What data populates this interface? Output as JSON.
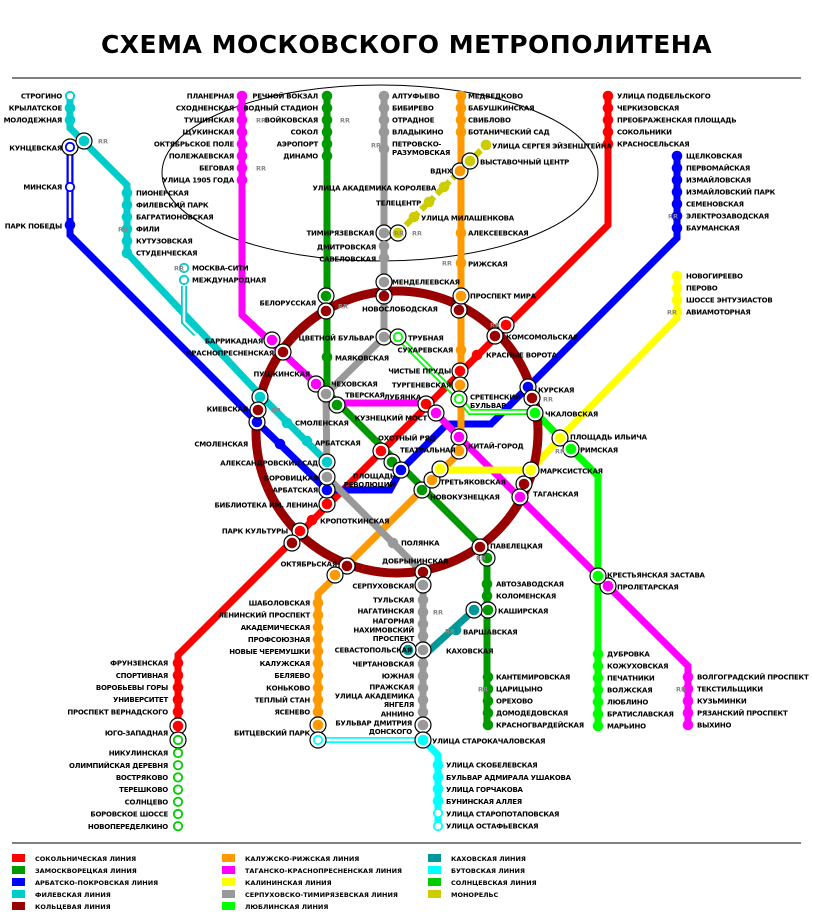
{
  "title": "СХЕМА МОСКОВСКОГО МЕТРОПОЛИТЕНА",
  "rr_label": "RR",
  "lines": [
    {
      "id": "sok",
      "name": "СОКОЛЬНИЧЕСКАЯ ЛИНИЯ",
      "color": "#ff0000",
      "stations": [
        "УЛИЦА ПОДБЕЛЬСКОГО",
        "ЧЕРКИЗОВСКАЯ",
        "ПРЕОБРАЖЕНСКАЯ ПЛОЩАДЬ",
        "СОКОЛЬНИКИ",
        "КРАСНОСЕЛЬСКАЯ",
        "КРАСНЫЕ ВОРОТА",
        "ЧИСТЫЕ ПРУДЫ",
        "ЛУБЯНКА",
        "ОХОТНЫЙ РЯД",
        "БИБЛИОТЕКА ИМ. ЛЕНИНА",
        "КРОПОТКИНСКАЯ",
        "ПАРК КУЛЬТУРЫ",
        "ФРУНЗЕНСКАЯ",
        "СПОРТИВНАЯ",
        "ВОРОБЬЕВЫ ГОРЫ",
        "УНИВЕРСИТЕТ",
        "ПРОСПЕКТ ВЕРНАДСКОГО",
        "ЮГО-ЗАПАДНАЯ"
      ]
    },
    {
      "id": "zam",
      "name": "ЗАМОСКВОРЕЦКАЯ ЛИНИЯ",
      "color": "#009900",
      "stations": [
        "РЕЧНОЙ ВОКЗАЛ",
        "ВОДНЫЙ СТАДИОН",
        "ВОЙКОВСКАЯ",
        "СОКОЛ",
        "АЭРОПОРТ",
        "ДИНАМО",
        "БЕЛОРУССКАЯ",
        "МАЯКОВСКАЯ",
        "ТВЕРСКАЯ",
        "ТЕАТРАЛЬНАЯ",
        "НОВОКУЗНЕЦКАЯ",
        "ПАВЕЛЕЦКАЯ",
        "АВТОЗАВОДСКАЯ",
        "КОЛОМЕНСКАЯ",
        "КАШИРСКАЯ",
        "КАНТЕМИРОВСКАЯ",
        "ЦАРИЦЫНО",
        "ОРЕХОВО",
        "ДОМОДЕДОВСКАЯ",
        "КРАСНОГВАРДЕЙСКАЯ"
      ]
    },
    {
      "id": "arb",
      "name": "АРБАТСКО-ПОКРОВСКАЯ ЛИНИЯ",
      "color": "#0000ff",
      "stations": [
        "ЩЕЛКОВСКАЯ",
        "ПЕРВОМАЙСКАЯ",
        "ИЗМАЙЛОВСКАЯ",
        "ИЗМАЙЛОВСКИЙ ПАРК",
        "СЕМЕНОВСКАЯ",
        "ЭЛЕКТРОЗАВОДСКАЯ",
        "БАУМАНСКАЯ",
        "КУРСКАЯ",
        [
          "ПЛОЩАДЬ",
          "РЕВОЛЮЦИИ"
        ],
        "АРБАТСКАЯ",
        "СМОЛЕНСКАЯ",
        "КИЕВСКАЯ",
        "ПАРК ПОБЕДЫ",
        "МИНСКАЯ",
        "КУНЦЕВСКАЯ"
      ]
    },
    {
      "id": "fil",
      "name": "ФИЛЕВСКАЯ ЛИНИЯ",
      "color": "#00cccc",
      "stations": [
        "СТРОГИНО",
        "КРЫЛАТСКОЕ",
        "МОЛОДЕЖНАЯ",
        "ПИОНЕРСКАЯ",
        "ФИЛЕВСКИЙ ПАРК",
        "БАГРАТИОНОВСКАЯ",
        "ФИЛИ",
        "КУТУЗОВСКАЯ",
        "СТУДЕНЧЕСКАЯ",
        "МОСКВА-СИТИ",
        "МЕЖДУНАРОДНАЯ",
        "СМОЛЕНСКАЯ",
        "АРБАТСКАЯ",
        "АЛЕКСАНДРОВСКИЙ САД"
      ]
    },
    {
      "id": "ring",
      "name": "КОЛЬЦЕВАЯ ЛИНИЯ",
      "color": "#990000",
      "stations": [
        "НОВОСЛОБОДСКАЯ",
        "ПРОСПЕКТ МИРА",
        "КОМСОМОЛЬСКАЯ",
        "ТАГАНСКАЯ",
        "ДОБРЫНИНСКАЯ",
        "ОКТЯБРЬСКАЯ",
        "КРАСНОПРЕСНЕНСКАЯ"
      ]
    },
    {
      "id": "kal",
      "name": "КАЛУЖСКО-РИЖСКАЯ ЛИНИЯ",
      "color": "#ff9900",
      "stations": [
        "МЕДВЕДКОВО",
        "БАБУШКИНСКАЯ",
        "СВИБЛОВО",
        "БОТАНИЧЕСКИЙ САД",
        "ВДНХ",
        "АЛЕКСЕЕВСКАЯ",
        "РИЖСКАЯ",
        "СУХАРЕВСКАЯ",
        "ТУРГЕНЕВСКАЯ",
        "КИТАЙ-ГОРОД",
        "ТРЕТЬЯКОВСКАЯ",
        "ШАБОЛОВСКАЯ",
        "ЛЕНИНСКИЙ ПРОСПЕКТ",
        "АКАДЕМИЧЕСКАЯ",
        "ПРОФСОЮЗНАЯ",
        "НОВЫЕ ЧЕРЕМУШКИ",
        "КАЛУЖСКАЯ",
        "БЕЛЯЕВО",
        "КОНЬКОВО",
        "ТЕПЛЫЙ СТАН",
        "ЯСЕНЕВО",
        "БИТЦЕВСКИЙ ПАРК"
      ]
    },
    {
      "id": "tag",
      "name": "ТАГАНСКО-КРАСНОПРЕСНЕНСКАЯ ЛИНИЯ",
      "color": "#ff00ff",
      "stations": [
        "ПЛАНЕРНАЯ",
        "СХОДНЕНСКАЯ",
        "ТУШИНСКАЯ",
        "ЩУКИНСКАЯ",
        "ОКТЯБРЬСКОЕ ПОЛЕ",
        "ПОЛЕЖАЕВСКАЯ",
        "БЕГОВАЯ",
        "УЛИЦА 1905 ГОДА",
        "БАРРИКАДНАЯ",
        "ПУШКИНСКАЯ",
        "КУЗНЕЦКИЙ МОСТ",
        "ПРОЛЕТАРСКАЯ",
        "ВОЛГОГРАДСКИЙ ПРОСПЕКТ",
        "ТЕКСТИЛЬЩИКИ",
        "КУЗЬМИНКИ",
        "РЯЗАНСКИЙ ПРОСПЕКТ",
        "ВЫХИНО"
      ]
    },
    {
      "id": "kln",
      "name": "КАЛИНИНСКАЯ ЛИНИЯ",
      "color": "#ffff00",
      "stations": [
        "НОВОГИРЕЕВО",
        "ПЕРОВО",
        "ШОССЕ ЭНТУЗИАСТОВ",
        "АВИАМОТОРНАЯ",
        "ПЛОЩАДЬ ИЛЬИЧА",
        "МАРКСИСТСКАЯ"
      ]
    },
    {
      "id": "ser",
      "name": "СЕРПУХОВСКО-ТИМИРЯЗЕВСКАЯ ЛИНИЯ",
      "color": "#999999",
      "stations": [
        "АЛТУФЬЕВО",
        "БИБИРЕВО",
        "ОТРАДНОЕ",
        "ВЛАДЫКИНО",
        [
          "ПЕТРОВСКО-",
          "РАЗУМОВСКАЯ"
        ],
        "ТИМИРЯЗЕВСКАЯ",
        "ДМИТРОВСКАЯ",
        "САВЕЛОВСКАЯ",
        "МЕНДЕЛЕЕВСКАЯ",
        "ЦВЕТНОЙ БУЛЬВАР",
        "ЧЕХОВСКАЯ",
        "БОРОВИЦКАЯ",
        "ПОЛЯНКА",
        "СЕРПУХОВСКАЯ",
        "ТУЛЬСКАЯ",
        "НАГАТИНСКАЯ",
        "НАГОРНАЯ",
        [
          "НАХИМОВСКИЙ",
          "ПРОСПЕКТ"
        ],
        "СЕВАСТОПОЛЬСКАЯ",
        "ЧЕРТАНОВСКАЯ",
        "ЮЖНАЯ",
        "ПРАЖСКАЯ",
        [
          "УЛИЦА АКАДЕМИКА",
          "ЯНГЕЛЯ"
        ],
        "АННИНО",
        [
          "БУЛЬВАР ДМИТРИЯ",
          "ДОНСКОГО"
        ]
      ]
    },
    {
      "id": "lub",
      "name": "ЛЮБЛИНСКАЯ ЛИНИЯ",
      "color": "#00ff00",
      "stations": [
        "ТРУБНАЯ",
        [
          "СРЕТЕНСКИЙ",
          "БУЛЬВАР"
        ],
        "ЧКАЛОВСКАЯ",
        "РИМСКАЯ",
        "КРЕСТЬЯНСКАЯ ЗАСТАВА",
        "ДУБРОВКА",
        "КОЖУХОВСКАЯ",
        "ПЕЧАТНИКИ",
        "ВОЛЖСКАЯ",
        "ЛЮБЛИНО",
        "БРАТИСЛАВСКАЯ",
        "МАРЬИНО"
      ]
    },
    {
      "id": "kah",
      "name": "КАХОВСКАЯ ЛИНИЯ",
      "color": "#009999",
      "stations": [
        "ВАРШАВСКАЯ",
        "КАХОВСКАЯ"
      ]
    },
    {
      "id": "but",
      "name": "БУТОВСКАЯ ЛИНИЯ",
      "color": "#00ffff",
      "stations": [
        "УЛИЦА СТАРОКАЧАЛОВСКАЯ",
        "УЛИЦА СКОБЕЛЕВСКАЯ",
        "БУЛЬВАР АДМИРАЛА УШАКОВА",
        "УЛИЦА ГОРЧАКОВА",
        "БУНИНСКАЯ АЛЛЕЯ",
        "УЛИЦА СТАРОПОТАПОВСКАЯ",
        "УЛИЦА ОСТАФЬЕВСКАЯ"
      ]
    },
    {
      "id": "sol",
      "name": "СОЛНЦЕВСКАЯ ЛИНИЯ",
      "color": "#00cc00",
      "stations": [
        "НИКУЛИНСКАЯ",
        "ОЛИМПИЙСКАЯ ДЕРЕВНЯ",
        "ВОСТРЯКОВО",
        "ТЕРЕШКОВО",
        "СОЛНЦЕВО",
        "БОРОВСКОЕ ШОССЕ",
        "НОВОПЕРЕДЕЛКИНО"
      ]
    },
    {
      "id": "mono",
      "name": "МОНОРЕЛЬС",
      "color": "#cccc00",
      "stations": [
        "УЛИЦА МИЛАШЕНКОВА",
        "ТЕЛЕЦЕНТР",
        "УЛИЦА АКАДЕМИКА КОРОЛЕВА",
        "ВЫСТАВОЧНЫЙ ЦЕНТР",
        "УЛИЦА СЕРГЕЯ ЭЙЗЕНШТЕЙНА"
      ]
    }
  ]
}
